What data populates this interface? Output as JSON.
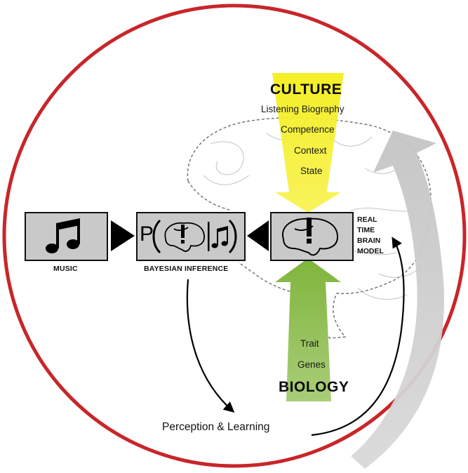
{
  "culture": {
    "title": "CULTURE",
    "factors": [
      "Listening Biography",
      "Competence",
      "Context",
      "State"
    ]
  },
  "biology": {
    "title": "BIOLOGY",
    "factors": [
      "Trait",
      "Genes"
    ]
  },
  "boxes": {
    "music_label": "MUSIC",
    "bayes_label": "BAYESIAN INFERENCE",
    "bayes_p": "P",
    "model_lines": [
      "REAL",
      "TIME",
      "BRAIN",
      "MODEL"
    ]
  },
  "outcome": "Perception & Learning",
  "icons": [
    "music-note-icon",
    "brain-icon",
    "exclamation-icon"
  ],
  "colors": {
    "circle": "#c8262a",
    "culture_arrow": "#f2ec1c",
    "biology_arrow": "#79ae3a",
    "box_fill": "#c9c9c9",
    "return_arrow": "#d4d4d4"
  }
}
